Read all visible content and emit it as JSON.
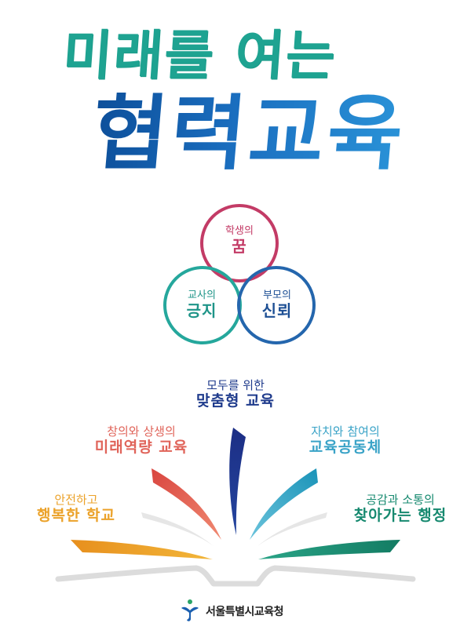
{
  "header": {
    "title_line1": "미래를 여는",
    "title_line2": "협력교육"
  },
  "circles": [
    {
      "small": "학생의",
      "large": "꿈",
      "color": "#c33b66"
    },
    {
      "small": "교사의",
      "large": "긍지",
      "color": "#25a79c"
    },
    {
      "small": "부모의",
      "large": "신뢰",
      "color": "#2466ad"
    }
  ],
  "goals": [
    {
      "small": "모두를 위한",
      "large": "맞춤형 교육",
      "color": "#1f3b8c"
    },
    {
      "small": "창의와 상생의",
      "large": "미래역량 교육",
      "color": "#e0645a"
    },
    {
      "small": "자치와 참여의",
      "large": "교육공동체",
      "color": "#3aa3c7"
    },
    {
      "small": "안전하고",
      "large": "행복한 학교",
      "color": "#eba22a"
    },
    {
      "small": "공감과 소통의",
      "large": "찾아가는 행정",
      "color": "#16896f"
    }
  ],
  "footer": {
    "org_name": "서울특별시교육청",
    "logo_icon": "seoul-education-logo-icon"
  }
}
